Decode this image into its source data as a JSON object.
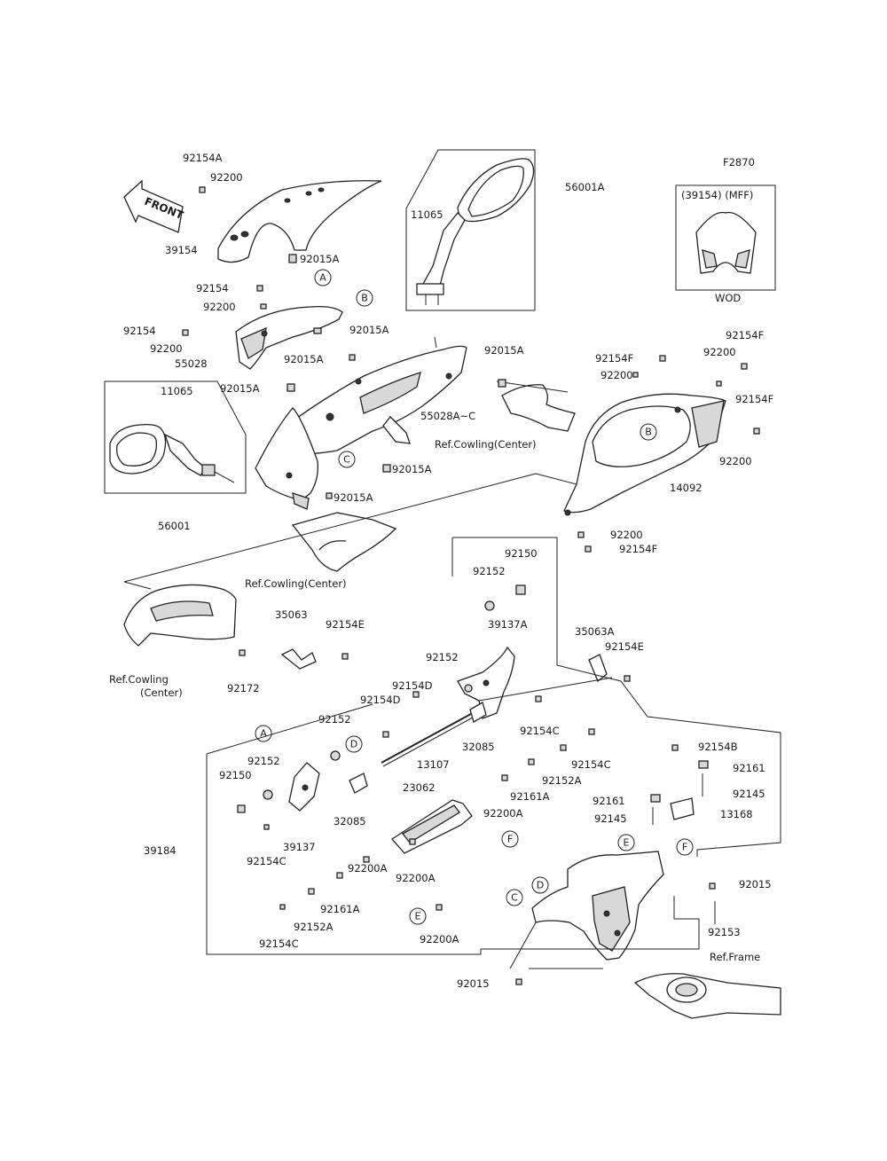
{
  "figure_code": "F2870",
  "front_label": "FRONT",
  "inset": {
    "title": "(39154) (MFF)",
    "caption": "WOD"
  },
  "callouts": [
    "A",
    "B",
    "C",
    "D",
    "E",
    "F"
  ],
  "part_labels": [
    "92154A",
    "92200",
    "39154",
    "92015A",
    "11065",
    "56001A",
    "92154",
    "92200",
    "92015A",
    "92015A",
    "92154",
    "92200",
    "55028",
    "92015A",
    "11065",
    "56001",
    "92015A",
    "92015A",
    "55028A~C",
    "92015A",
    "Ref.Cowling(Center)",
    "92154F",
    "92200",
    "92200",
    "92154F",
    "92154F",
    "92200",
    "14092",
    "92200",
    "92154F",
    "Ref.Cowling(Center)",
    "92150",
    "92152",
    "39137A",
    "35063",
    "92154E",
    "35063A",
    "92154E",
    "Ref.Cowling",
    "(Center)",
    "92172",
    "92152",
    "92154D",
    "92154D",
    "32085",
    "92154C",
    "92152",
    "92152",
    "92150",
    "39137",
    "92154C",
    "32085",
    "13107",
    "92154C",
    "92152A",
    "92161A",
    "92200A",
    "23062",
    "39184",
    "92200A",
    "92200A",
    "92161A",
    "92152A",
    "92154C",
    "92200A",
    "92154B",
    "92161",
    "92161",
    "92145",
    "92145",
    "13168",
    "92015",
    "92153",
    "Ref.Frame",
    "92015"
  ]
}
